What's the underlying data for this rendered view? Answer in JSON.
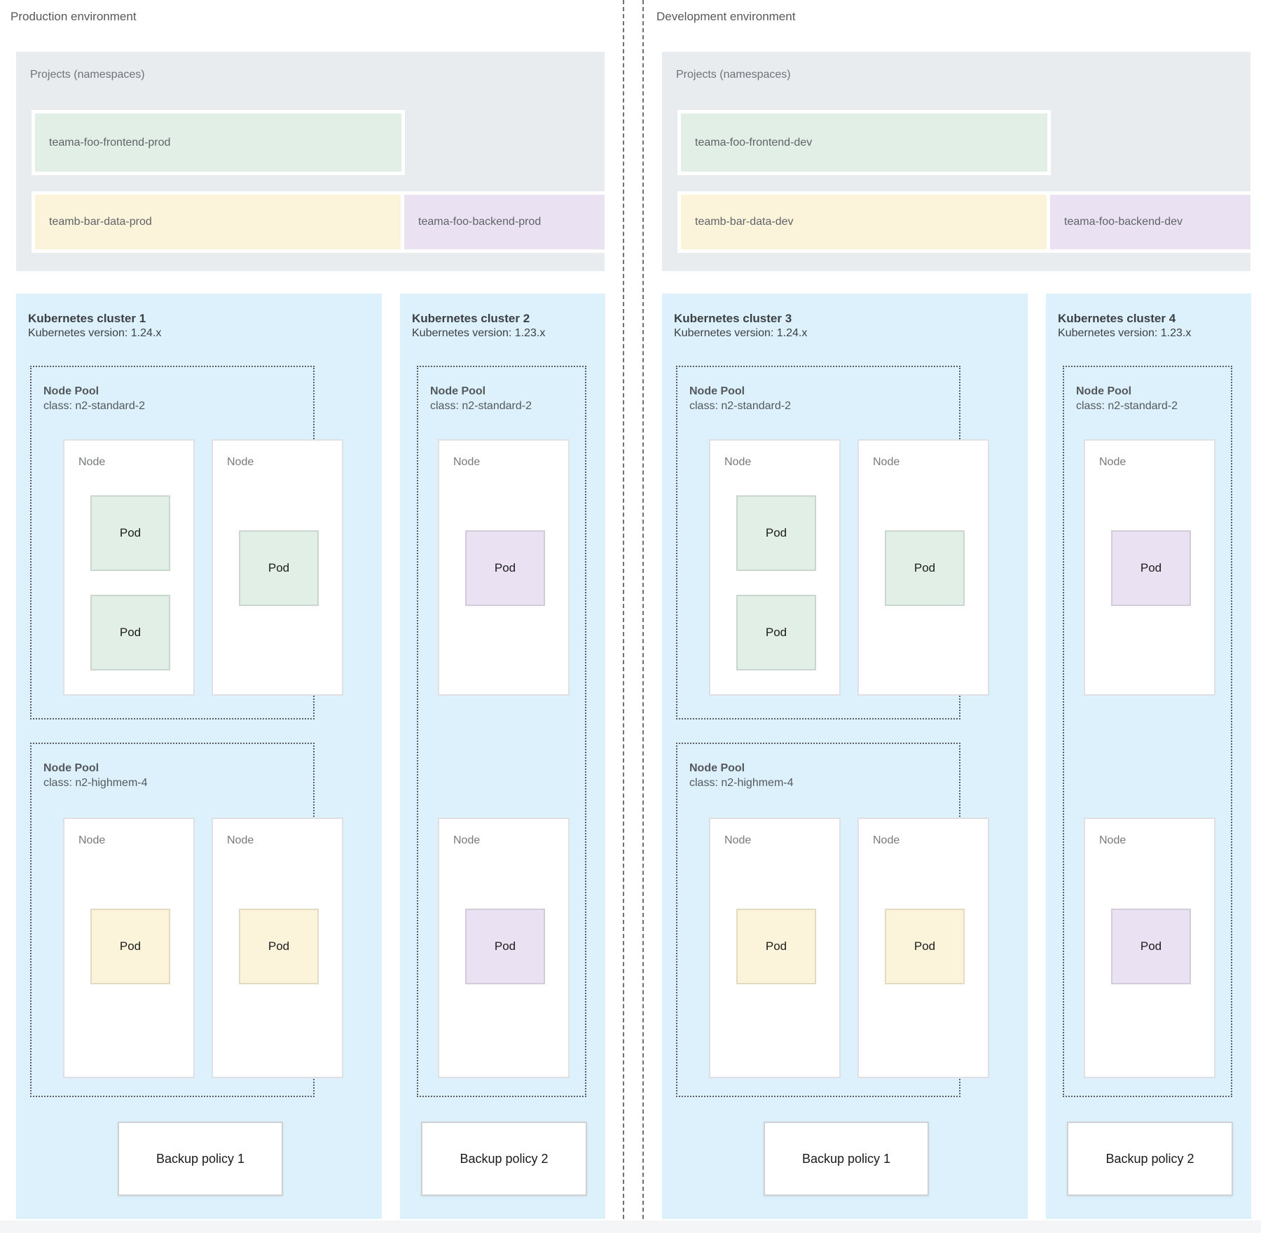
{
  "colors": {
    "projects_bg": "#e9ecee",
    "cluster_bg": "#dcf1fc",
    "green": "#e2efe7",
    "yellow": "#fcf4da",
    "purple": "#eae2f3",
    "node_bg": "#ffffff"
  },
  "environments": [
    {
      "id": "production",
      "label": "Production environment",
      "projects": {
        "title": "Projects (namespaces)",
        "namespaces": [
          {
            "label": "teama-foo-frontend-prod",
            "color": "green"
          },
          {
            "label": "teamb-bar-data-prod",
            "color": "yellow"
          },
          {
            "label": "teama-foo-backend-prod",
            "color": "purple"
          }
        ]
      },
      "clusters": [
        {
          "title": "Kubernetes cluster 1",
          "version": "Kubernetes version: 1.24.x",
          "size": "wide",
          "backup_label": "Backup policy 1",
          "pools": [
            {
              "label": "Node Pool",
              "class_line": "class: n2-standard-2",
              "slot": "top",
              "nodes": [
                {
                  "label": "Node",
                  "pods": [
                    {
                      "label": "Pod",
                      "color": "green"
                    },
                    {
                      "label": "Pod",
                      "color": "green"
                    }
                  ]
                },
                {
                  "label": "Node",
                  "pods": [
                    {
                      "label": "Pod",
                      "color": "green"
                    }
                  ]
                }
              ]
            },
            {
              "label": "Node Pool",
              "class_line": "class: n2-highmem-4",
              "slot": "bottom",
              "nodes": [
                {
                  "label": "Node",
                  "pods": [
                    {
                      "label": "Pod",
                      "color": "yellow"
                    }
                  ]
                },
                {
                  "label": "Node",
                  "pods": [
                    {
                      "label": "Pod",
                      "color": "yellow"
                    }
                  ]
                }
              ]
            }
          ]
        },
        {
          "title": "Kubernetes cluster 2",
          "version": "Kubernetes version: 1.23.x",
          "size": "narrow",
          "backup_label": "Backup policy 2",
          "pools": [
            {
              "label": "Node Pool",
              "class_line": "class: n2-standard-2",
              "slot": "full",
              "nodes": [
                {
                  "label": "Node",
                  "pods": [
                    {
                      "label": "Pod",
                      "color": "purple"
                    }
                  ]
                },
                {
                  "label": "Node",
                  "pods": [
                    {
                      "label": "Pod",
                      "color": "purple"
                    }
                  ]
                }
              ]
            }
          ]
        }
      ]
    },
    {
      "id": "development",
      "label": "Development environment",
      "projects": {
        "title": "Projects (namespaces)",
        "namespaces": [
          {
            "label": "teama-foo-frontend-dev",
            "color": "green"
          },
          {
            "label": "teamb-bar-data-dev",
            "color": "yellow"
          },
          {
            "label": "teama-foo-backend-dev",
            "color": "purple"
          }
        ]
      },
      "clusters": [
        {
          "title": "Kubernetes cluster 3",
          "version": "Kubernetes version: 1.24.x",
          "size": "wide",
          "backup_label": "Backup policy 1",
          "pools": [
            {
              "label": "Node Pool",
              "class_line": "class: n2-standard-2",
              "slot": "top",
              "nodes": [
                {
                  "label": "Node",
                  "pods": [
                    {
                      "label": "Pod",
                      "color": "green"
                    },
                    {
                      "label": "Pod",
                      "color": "green"
                    }
                  ]
                },
                {
                  "label": "Node",
                  "pods": [
                    {
                      "label": "Pod",
                      "color": "green"
                    }
                  ]
                }
              ]
            },
            {
              "label": "Node Pool",
              "class_line": "class: n2-highmem-4",
              "slot": "bottom",
              "nodes": [
                {
                  "label": "Node",
                  "pods": [
                    {
                      "label": "Pod",
                      "color": "yellow"
                    }
                  ]
                },
                {
                  "label": "Node",
                  "pods": [
                    {
                      "label": "Pod",
                      "color": "yellow"
                    }
                  ]
                }
              ]
            }
          ]
        },
        {
          "title": "Kubernetes cluster 4",
          "version": "Kubernetes version: 1.23.x",
          "size": "narrow",
          "backup_label": "Backup policy 2",
          "pools": [
            {
              "label": "Node Pool",
              "class_line": "class: n2-standard-2",
              "slot": "full",
              "nodes": [
                {
                  "label": "Node",
                  "pods": [
                    {
                      "label": "Pod",
                      "color": "purple"
                    }
                  ]
                },
                {
                  "label": "Node",
                  "pods": [
                    {
                      "label": "Pod",
                      "color": "purple"
                    }
                  ]
                }
              ]
            }
          ]
        }
      ]
    }
  ]
}
